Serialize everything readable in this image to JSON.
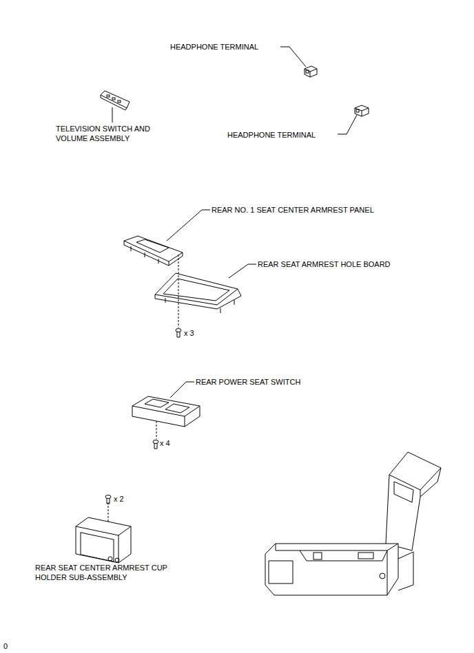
{
  "diagram": {
    "labels": [
      "HEADPHONE TERMINAL",
      "TELEVISION SWITCH AND VOLUME ASSEMBLY",
      "HEADPHONE TERMINAL",
      "REAR NO. 1 SEAT CENTER ARMREST PANEL",
      "REAR SEAT ARMREST HOLE BOARD",
      "x 3",
      "REAR POWER SEAT SWITCH",
      "x 4",
      "x 2",
      "REAR SEAT CENTER ARMREST CUP HOLDER SUB-ASSEMBLY",
      "0"
    ]
  }
}
